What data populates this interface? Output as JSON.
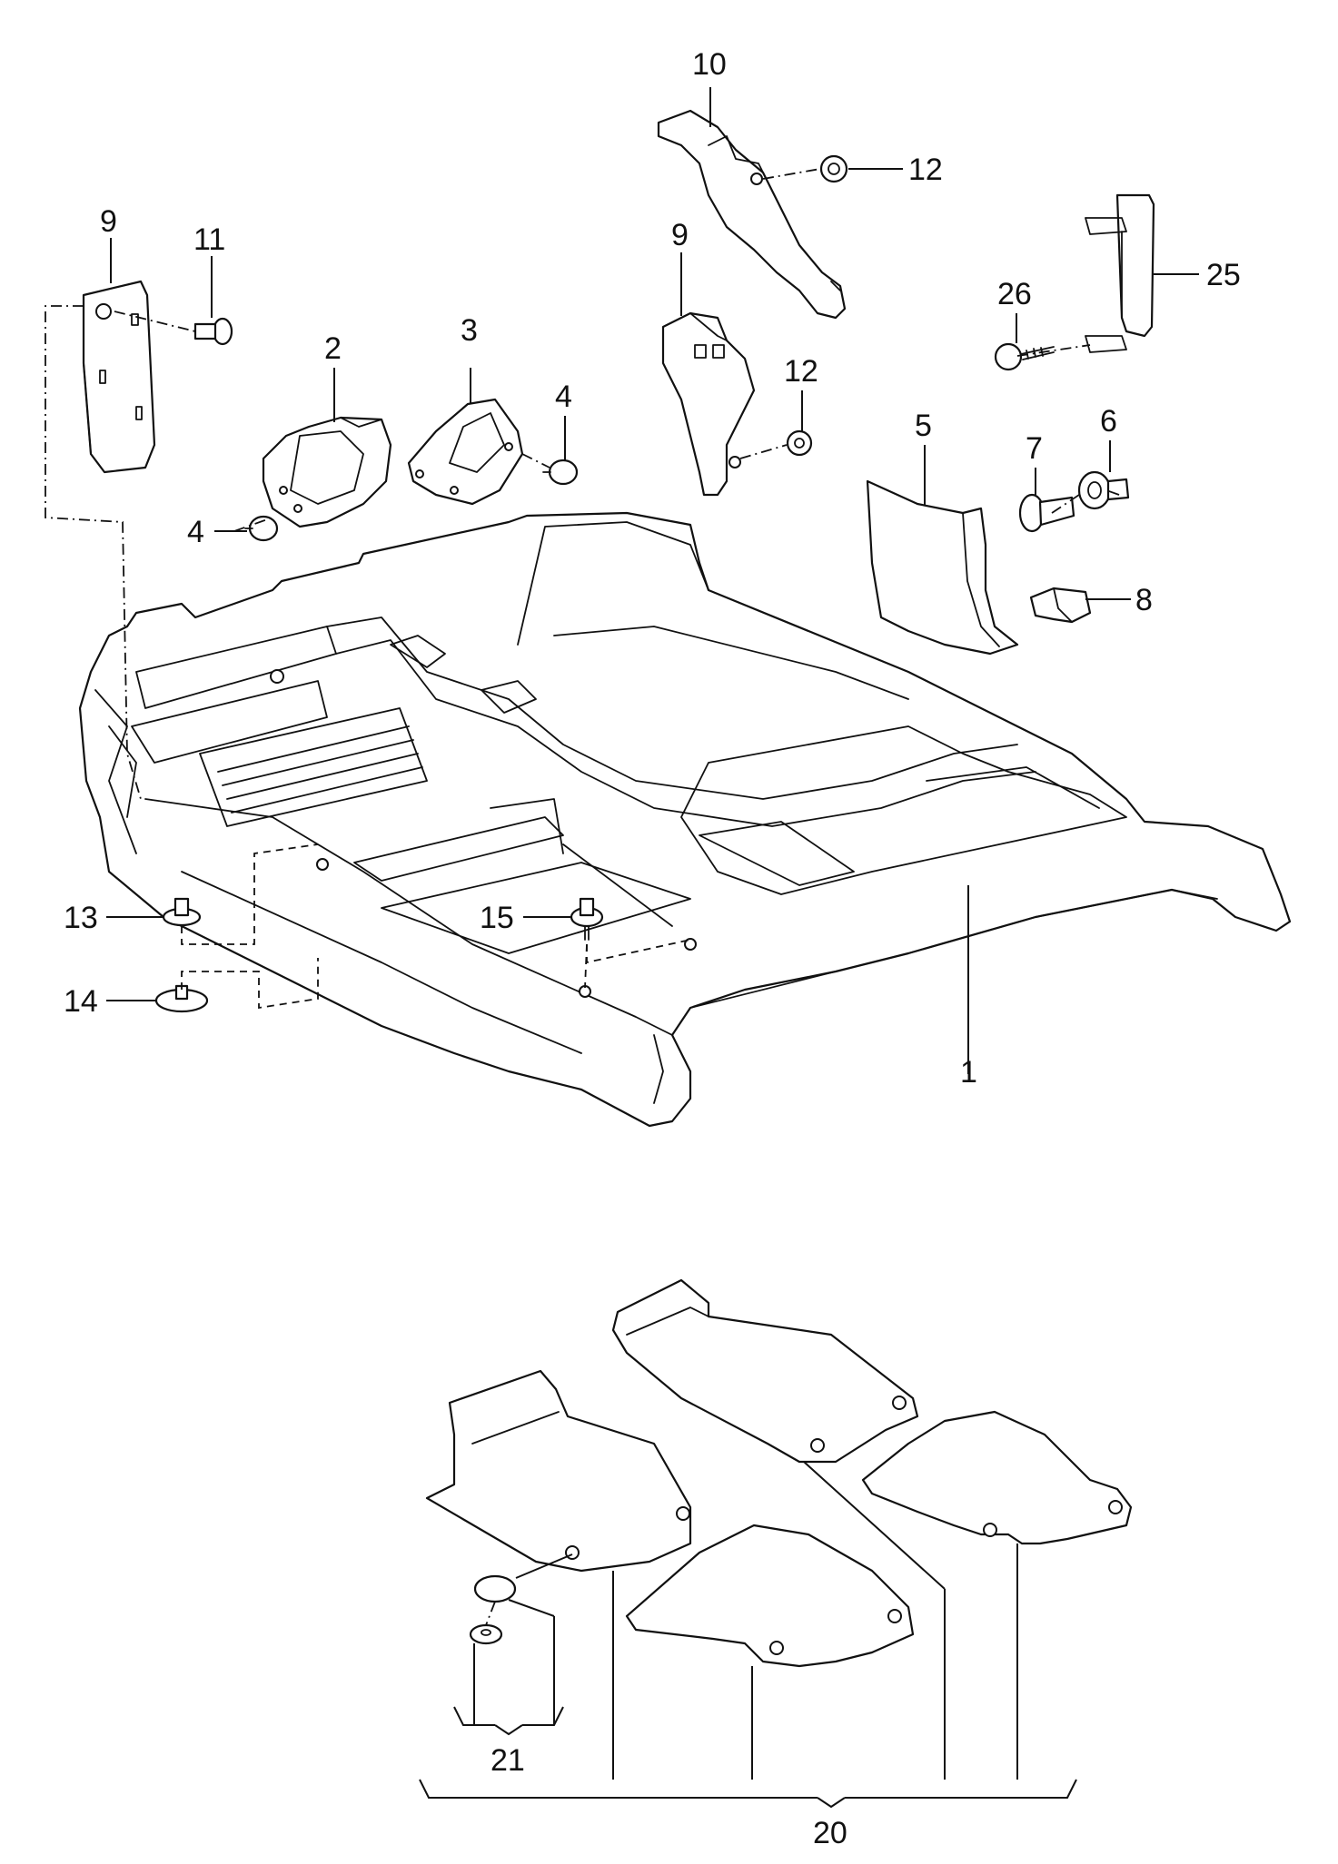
{
  "callouts": {
    "c1": "1",
    "c2": "2",
    "c3": "3",
    "c4a": "4",
    "c4b": "4",
    "c5": "5",
    "c6": "6",
    "c7": "7",
    "c8": "8",
    "c9a": "9",
    "c9b": "9",
    "c10": "10",
    "c11": "11",
    "c12a": "12",
    "c12b": "12",
    "c13": "13",
    "c14": "14",
    "c15": "15",
    "c20": "20",
    "c21": "21",
    "c25": "25",
    "c26": "26"
  },
  "colors": {
    "line": "#111111",
    "background": "#ffffff"
  }
}
